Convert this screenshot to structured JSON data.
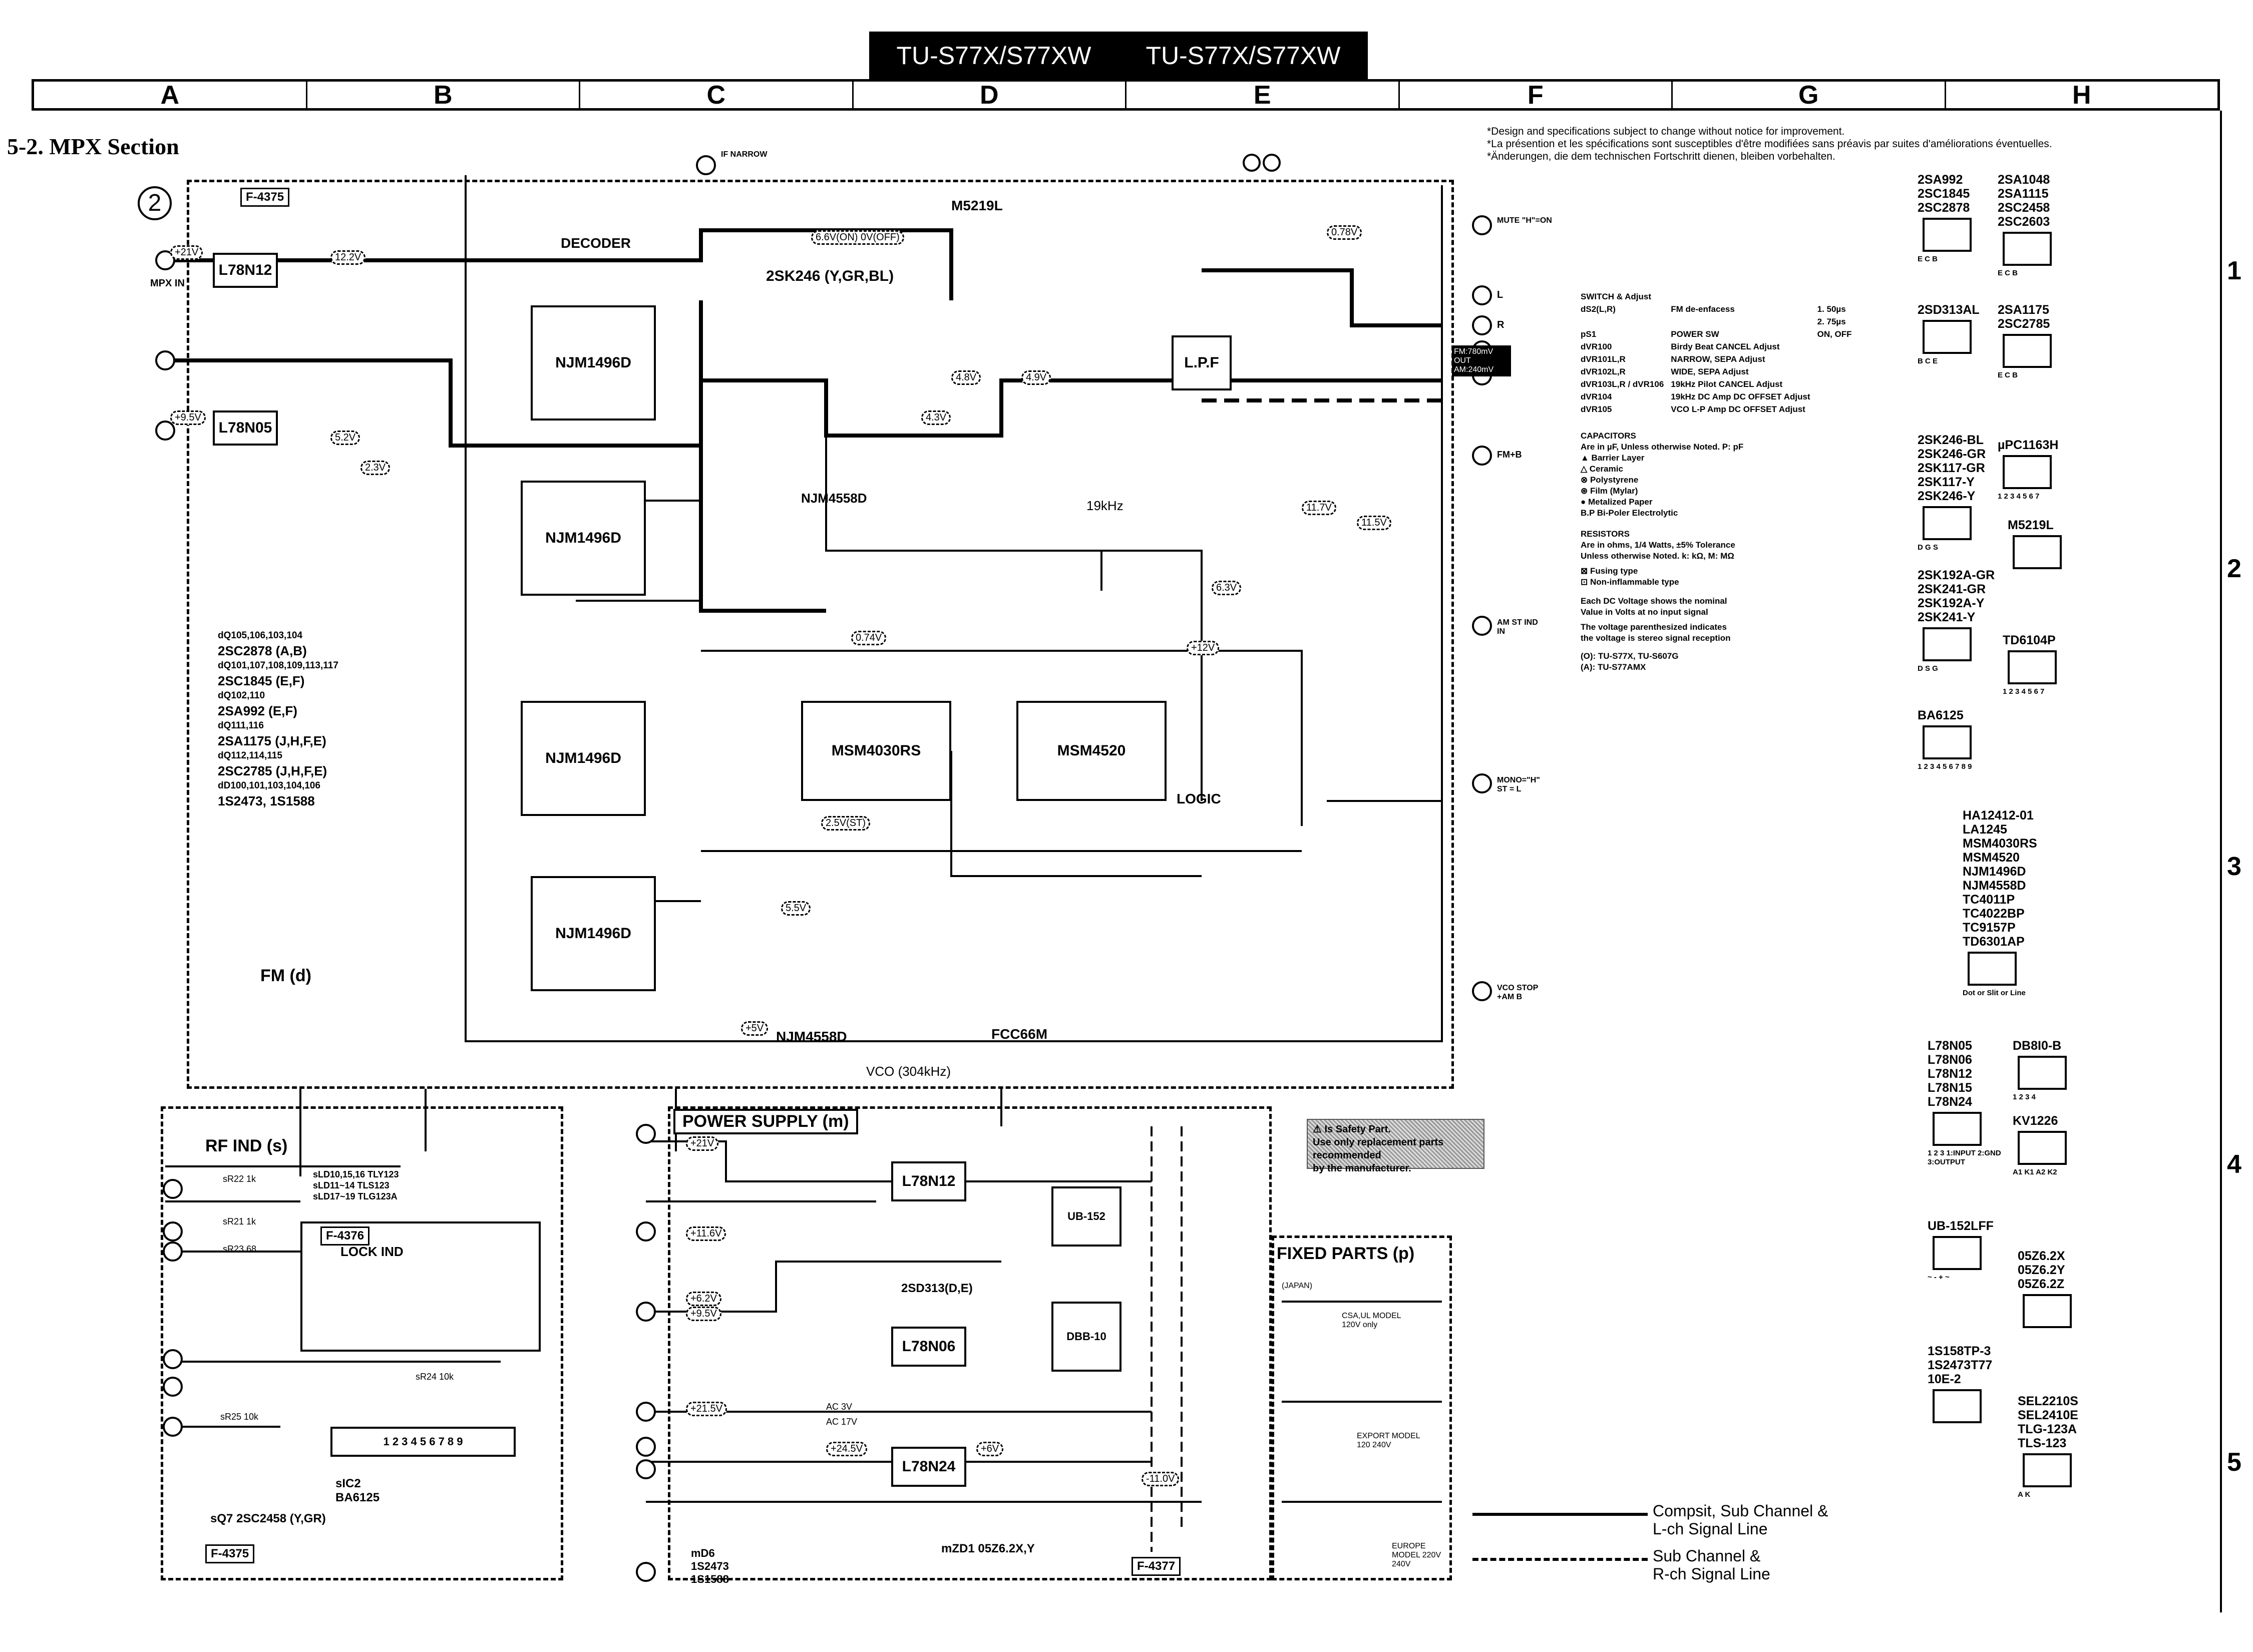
{
  "header": {
    "model_left": "TU-S77X/S77XW",
    "model_right": "TU-S77X/S77XW",
    "columns": [
      "A",
      "B",
      "C",
      "D",
      "E",
      "F",
      "G",
      "H"
    ],
    "rows": [
      "1",
      "2",
      "3",
      "4",
      "5"
    ],
    "section_title": "5-2. MPX Section"
  },
  "notes": [
    "*Design and specifications subject to change without notice for improvement.",
    "*La présention et les spécifications sont susceptibles d'être modifiées sans préavis par suites d'améliorations éventuelles.",
    "*Änderungen, die dem technischen Fortschritt dienen, bleiben vorbehalten."
  ],
  "main_block": {
    "board": "F-4375",
    "label": "FM (d)",
    "circle_number": "2",
    "decoder_label": "DECODER",
    "logic_label": "LOGIC",
    "vco_label": "VCO (304kHz)",
    "pilot_label": "19kHz",
    "ics": [
      "L78N12",
      "L78N05",
      "NJM1496D",
      "NJM1496D",
      "NJM1496D",
      "NJM1496D",
      "2SK246 (Y,GR,BL)",
      "M5219L",
      "L.P.F",
      "NJM4558D",
      "MSM4030RS",
      "MSM4520",
      "NJM4558D",
      "FCC66M"
    ],
    "inputs": [
      "MPX IN",
      "IF NARROW",
      "MUTE \"H\"=ON",
      "L",
      "R",
      "FM+B",
      "AM ST IND IN",
      "MONO=\"H\" ST = L",
      "VCO STOP +AM B"
    ],
    "fm_out": "FM:780mV OUT AM:240mV",
    "voltages": [
      "+21V",
      "+9.5V",
      "12.2V",
      "5.2V",
      "2.3V",
      "6.6V(ON) 0V(OFF)",
      "4.3V",
      "4.8V",
      "4.9V",
      "6.3V",
      "11.7V",
      "11.5V",
      "0.78V",
      "0.74V",
      "2.5V(ST)",
      "5.5V",
      "+12V",
      "+5V"
    ],
    "transistor_list": [
      {
        "refs": "dQ105,106,103,104",
        "part": "2SC2878 (A,B)"
      },
      {
        "refs": "dQ101,107,108,109,113,117",
        "part": "2SC1845 (E,F)"
      },
      {
        "refs": "dQ102,110",
        "part": "2SA992 (E,F)"
      },
      {
        "refs": "dQ111,116",
        "part": "2SA1175 (J,H,F,E)"
      },
      {
        "refs": "dQ112,114,115",
        "part": "2SC2785 (J,H,F,E)"
      },
      {
        "refs": "dD100,101,103,104,106",
        "part": "1S2473, 1S1588"
      }
    ]
  },
  "rf_ind": {
    "label": "RF IND (s)",
    "board": "F-4376",
    "lock_label": "LOCK IND",
    "board_bottom": "F-4375",
    "leds": [
      "sLD10,15,16 TLY123",
      "sLD11~14 TLS123",
      "sLD17~19 TLG123A"
    ],
    "ic": "sIC2 BA6125",
    "transistor": "sQ7 2SC2458 (Y,GR)",
    "resistors": [
      "sR22 1k",
      "sR21 1k",
      "sR23 68",
      "sR24 10k",
      "sR25 10k"
    ]
  },
  "power_supply": {
    "label": "POWER SUPPLY (m)",
    "board": "F-4377",
    "regulators": [
      "L78N12",
      "L78N06",
      "L78N24"
    ],
    "bridges": [
      "UB-152",
      "DBB-10"
    ],
    "transistor": "2SD313(D,E)",
    "diode_note": "mD6 1S2473 1S1588",
    "zener_note": "mZD1 05Z6.2X,Y",
    "voltages": [
      "+21V",
      "+11.6V",
      "+6.2V",
      "+9.5V",
      "+21.5V",
      "AC 3V",
      "AC 17V",
      "+24.5V",
      "+6V",
      "-11.0V"
    ]
  },
  "fixed_parts": {
    "label": "FIXED PARTS (p)",
    "labels": [
      "(JAPAN)",
      "CSA,UL MODEL 120V only",
      "EXPORT MODEL 120 240V",
      "EUROPE MODEL 220V 240V"
    ]
  },
  "safety_note": [
    "Is Safety Part.",
    "Use only replacement parts recommended",
    "by the manufacturer."
  ],
  "switch_adjust": {
    "title": "SWITCH & Adjust",
    "rows": [
      [
        "dS2(L,R)",
        "FM de-enfacess",
        "1. 50µs"
      ],
      [
        "",
        "",
        "2. 75µs"
      ],
      [
        "pS1",
        "POWER SW",
        "ON, OFF"
      ],
      [
        "dVR100",
        "Birdy Beat CANCEL Adjust",
        ""
      ],
      [
        "dVR101L,R",
        "NARROW, SEPA Adjust",
        ""
      ],
      [
        "dVR102L,R",
        "WIDE, SEPA Adjust",
        ""
      ],
      [
        "dVR103L,R / dVR106",
        "19kHz Pilot CANCEL Adjust",
        ""
      ],
      [
        "dVR104",
        "19kHz DC Amp DC OFFSET Adjust",
        ""
      ],
      [
        "dVR105",
        "VCO L-P Amp DC OFFSET Adjust",
        ""
      ]
    ]
  },
  "capacitors": {
    "title": "CAPACITORS",
    "note": "Are in µF, Unless otherwise Noted. P: pF",
    "types": [
      "▲ Barrier Layer",
      "△ Ceramic",
      "⊗ Polystyrene",
      "⊛ Film (Mylar)",
      "● Metalized Paper",
      "B.P Bi-Poler Electrolytic"
    ]
  },
  "resistors": {
    "title": "RESISTORS",
    "note1": "Are in ohms, 1/4 Watts, ±5% Tolerance",
    "note2": "Unless otherwise Noted. k: kΩ, M: MΩ",
    "types": [
      "Fusing type",
      "Non-inflammable type"
    ]
  },
  "voltage_notes": [
    "Each DC Voltage shows the nominal",
    "Value in Volts at no input signal",
    "The voltage parenthesized indicates",
    "the voltage is stereo signal reception"
  ],
  "models": [
    "(O): TU-S77X, TU-S607G",
    "(A): TU-S77AMX"
  ],
  "parts_ref": [
    {
      "names": [
        "2SA992",
        "2SC1845",
        "2SC2878"
      ],
      "pins": "E C B"
    },
    {
      "names": [
        "2SA1048",
        "2SA1115",
        "2SC2458",
        "2SC2603"
      ],
      "pins": "E C B"
    },
    {
      "names": [
        "2SD313AL"
      ],
      "pins": "B C E"
    },
    {
      "names": [
        "2SA1175",
        "2SC2785"
      ],
      "pins": "E C B"
    },
    {
      "names": [
        "2SK246-BL",
        "2SK246-GR",
        "2SK117-GR",
        "2SK117-Y",
        "2SK246-Y"
      ],
      "pins": "D G S"
    },
    {
      "names": [
        "µPC1163H"
      ],
      "pins": "1 2 3 4 5 6 7"
    },
    {
      "names": [
        "M5219L"
      ],
      "pins": ""
    },
    {
      "names": [
        "2SK192A-GR",
        "2SK241-GR",
        "2SK192A-Y",
        "2SK241-Y"
      ],
      "pins": "D S G"
    },
    {
      "names": [
        "TD6104P"
      ],
      "pins": "1 2 3 4 5 6 7"
    },
    {
      "names": [
        "BA6125"
      ],
      "pins": "1 2 3 4 5 6 7 8 9"
    },
    {
      "names": [
        "HA12412-01",
        "LA1245",
        "MSM4030RS",
        "MSM4520",
        "NJM1496D",
        "NJM4558D",
        "TC4011P",
        "TC4022BP",
        "TC9157P",
        "TD6301AP"
      ],
      "pins": "Dot or Slit or Line"
    },
    {
      "names": [
        "L78N05",
        "L78N06",
        "L78N12",
        "L78N15",
        "L78N24"
      ],
      "pins": "1 2 3  1:INPUT 2:GND 3:OUTPUT"
    },
    {
      "names": [
        "DB8I0-B"
      ],
      "pins": "1 2 3 4"
    },
    {
      "names": [
        "KV1226"
      ],
      "pins": "A1 K1 A2 K2"
    },
    {
      "names": [
        "UB-152LFF"
      ],
      "pins": "~ - + ~"
    },
    {
      "names": [
        "05Z6.2X",
        "05Z6.2Y",
        "05Z6.2Z"
      ],
      "pins": ""
    },
    {
      "names": [
        "1S158TP-3",
        "1S2473T77",
        "10E-2"
      ],
      "pins": ""
    },
    {
      "names": [
        "SEL2210S",
        "SEL2410E",
        "TLG-123A",
        "TLS-123"
      ],
      "pins": "A K"
    }
  ],
  "legend": [
    {
      "style": "solid",
      "label1": "Compsit, Sub Channel &",
      "label2": "L-ch Signal Line"
    },
    {
      "style": "dashed",
      "label1": "Sub Channel &",
      "label2": "R-ch Signal Line"
    }
  ]
}
